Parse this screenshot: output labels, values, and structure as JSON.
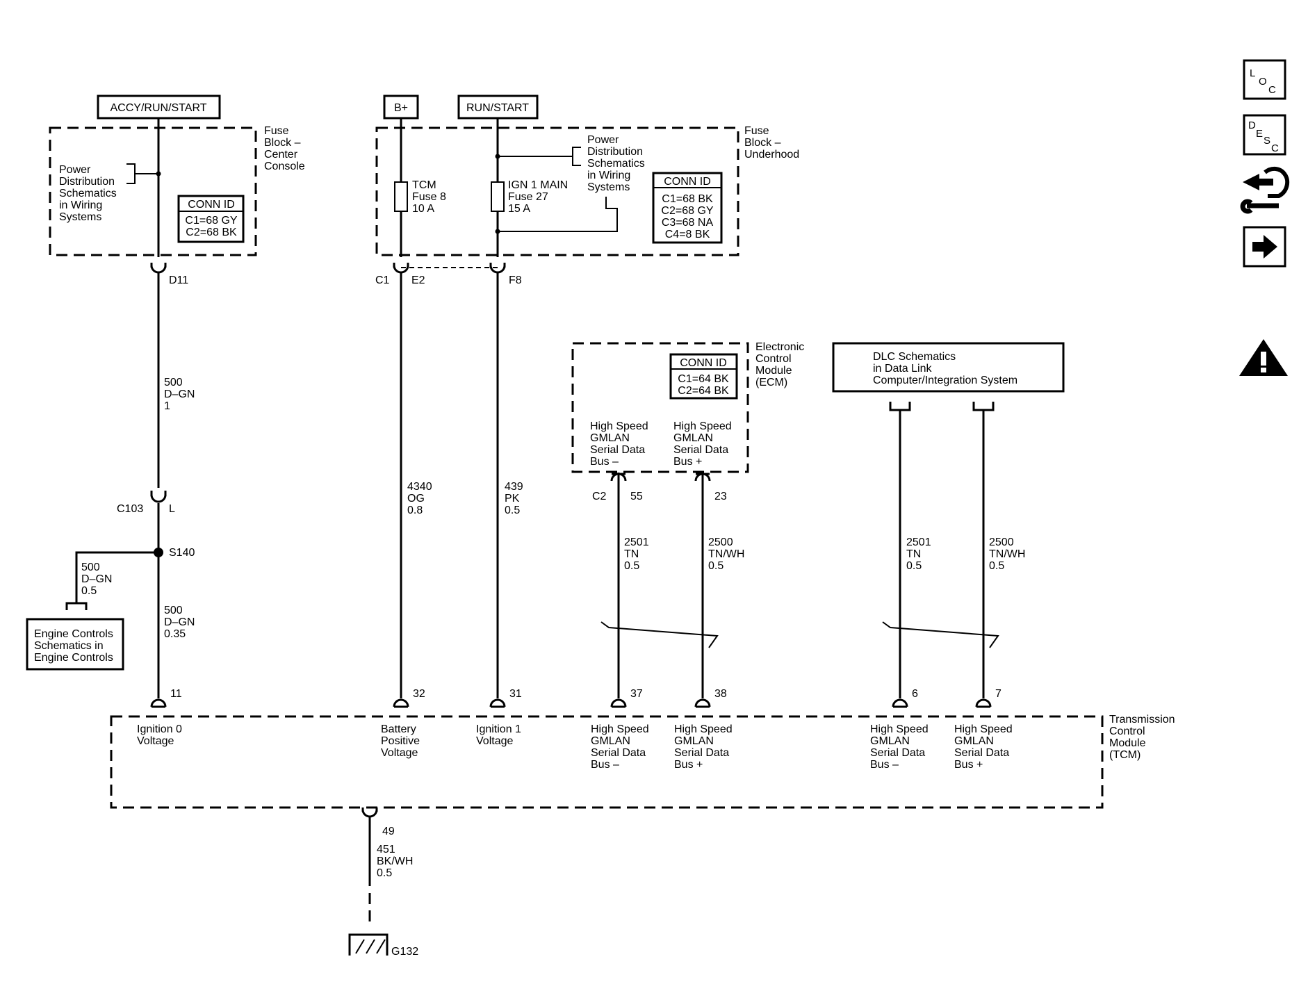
{
  "power_sources": {
    "accy_run_start": "ACCY/RUN/START",
    "b_plus": "B+",
    "run_start": "RUN/START"
  },
  "fuse_block_center": {
    "title": [
      "Fuse",
      "Block –",
      "Center",
      "Console"
    ],
    "ref": [
      "Power",
      "Distribution",
      "Schematics",
      "in Wiring",
      "Systems"
    ],
    "conn_id_title": "CONN ID",
    "conn_ids": [
      "C1=68 GY",
      "C2=68 BK"
    ]
  },
  "fuse_block_underhood": {
    "title": [
      "Fuse",
      "Block –",
      "Underhood"
    ],
    "ref": [
      "Power",
      "Distribution",
      "Schematics",
      "in Wiring",
      "Systems"
    ],
    "conn_id_title": "CONN ID",
    "conn_ids": [
      "C1=68 BK",
      "C2=68 GY",
      "C3=68 NA",
      "C4=8 BK"
    ],
    "fuse_tcm": [
      "TCM",
      "Fuse 8",
      "10 A"
    ],
    "fuse_ign": [
      "IGN 1 MAIN",
      "Fuse 27",
      "15 A"
    ]
  },
  "ecm": {
    "title": [
      "Electronic",
      "Control",
      "Module",
      "(ECM)"
    ],
    "conn_id_title": "CONN ID",
    "conn_ids": [
      "C1=64 BK",
      "C2=64 BK"
    ],
    "bus_minus": [
      "High Speed",
      "GMLAN",
      "Serial Data",
      "Bus –"
    ],
    "bus_plus": [
      "High Speed",
      "GMLAN",
      "Serial Data",
      "Bus +"
    ]
  },
  "dlc": {
    "lines": [
      "DLC Schematics",
      "in Data Link",
      "Computer/Integration System"
    ]
  },
  "engine_controls": {
    "lines": [
      "Engine Controls",
      "Schematics in",
      "Engine Controls"
    ]
  },
  "tcm": {
    "title": [
      "Transmission",
      "Control",
      "Module",
      "(TCM)"
    ],
    "ign0": [
      "Ignition 0",
      "Voltage"
    ],
    "batt": [
      "Battery",
      "Positive",
      "Voltage"
    ],
    "ign1": [
      "Ignition 1",
      "Voltage"
    ],
    "bus_minus": [
      "High Speed",
      "GMLAN",
      "Serial Data",
      "Bus –"
    ],
    "bus_plus": [
      "High Speed",
      "GMLAN",
      "Serial Data",
      "Bus +"
    ],
    "bus_minus_2": [
      "High Speed",
      "GMLAN",
      "Serial Data",
      "Bus –"
    ],
    "bus_plus_2": [
      "High Speed",
      "GMLAN",
      "Serial Data",
      "Bus +"
    ]
  },
  "pins": {
    "d11": "D11",
    "c1": "C1",
    "e2": "E2",
    "f8": "F8",
    "c103": "C103",
    "l": "L",
    "s140": "S140",
    "c2": "C2",
    "p55": "55",
    "p23": "23",
    "p11": "11",
    "p32": "32",
    "p31": "31",
    "p37": "37",
    "p38": "38",
    "p6": "6",
    "p7": "7",
    "p49": "49",
    "g132": "G132"
  },
  "wires": {
    "w500_top": [
      "500",
      "D–GN",
      "1"
    ],
    "w500_branch": [
      "500",
      "D–GN",
      "0.5"
    ],
    "w500_bottom": [
      "500",
      "D–GN",
      "0.35"
    ],
    "w4340": [
      "4340",
      "OG",
      "0.8"
    ],
    "w439": [
      "439",
      "PK",
      "0.5"
    ],
    "w2501_ecm": [
      "2501",
      "TN",
      "0.5"
    ],
    "w2500_ecm": [
      "2500",
      "TN/WH",
      "0.5"
    ],
    "w2501_dlc": [
      "2501",
      "TN",
      "0.5"
    ],
    "w2500_dlc": [
      "2500",
      "TN/WH",
      "0.5"
    ],
    "w451": [
      "451",
      "BK/WH",
      "0.5"
    ]
  },
  "nav_icons": {
    "loc": [
      "L",
      "O",
      "C"
    ],
    "desc": [
      "D",
      "E",
      "S",
      "C"
    ]
  }
}
